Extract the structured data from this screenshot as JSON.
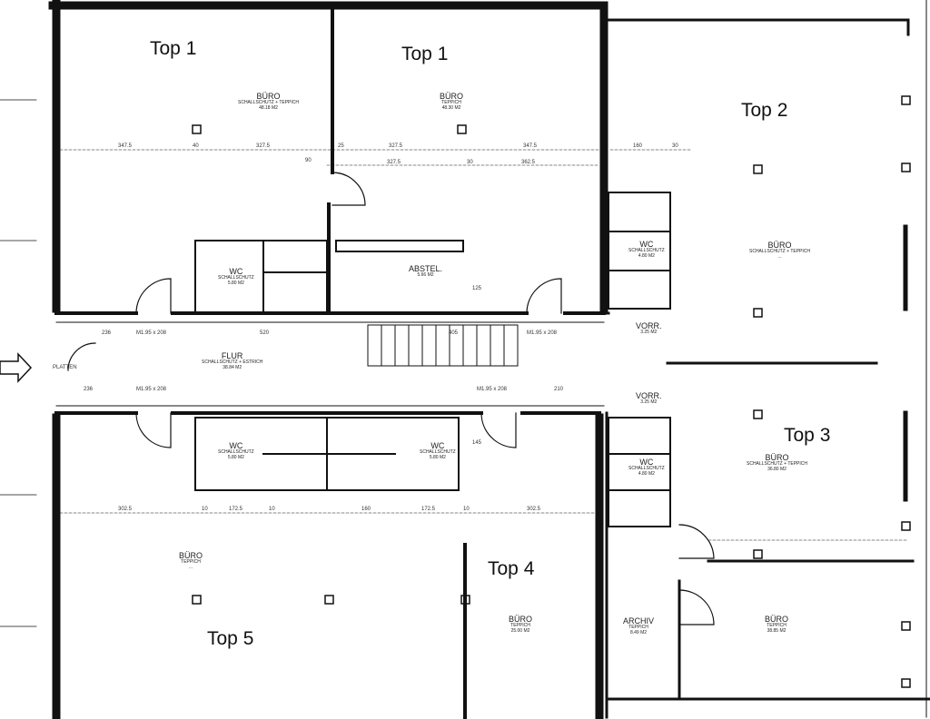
{
  "units": [
    {
      "id": "top1-left",
      "label": "Top 1"
    },
    {
      "id": "top1-right",
      "label": "Top 1"
    },
    {
      "id": "top2",
      "label": "Top 2"
    },
    {
      "id": "top3",
      "label": "Top 3"
    },
    {
      "id": "top4",
      "label": "Top 4"
    },
    {
      "id": "top5",
      "label": "Top 5"
    }
  ],
  "rooms": [
    {
      "id": "buero-top1-left",
      "name": "BÜRO",
      "sub1": "SCHALLSCHUTZ + TEPPICH",
      "sub2": "48.18 M2"
    },
    {
      "id": "buero-top1-right",
      "name": "BÜRO",
      "sub1": "TEPPICH",
      "sub2": "48.30 M2"
    },
    {
      "id": "buero-top2",
      "name": "BÜRO",
      "sub1": "SCHALLSCHUTZ + TEPPICH",
      "sub2": "..."
    },
    {
      "id": "buero-top3",
      "name": "BÜRO",
      "sub1": "SCHALLSCHUTZ + TEPPICH",
      "sub2": "36.80 M2"
    },
    {
      "id": "buero-top4",
      "name": "BÜRO",
      "sub1": "TEPPICH",
      "sub2": "25.00 M2"
    },
    {
      "id": "buero-top5",
      "name": "BÜRO",
      "sub1": "TEPPICH",
      "sub2": "..."
    },
    {
      "id": "buero-bottom-right",
      "name": "BÜRO",
      "sub1": "TEPPICH",
      "sub2": "38.85 M2"
    },
    {
      "id": "abstel",
      "name": "ABSTEL.",
      "sub1": "5.66 M2",
      "sub2": ""
    },
    {
      "id": "flur",
      "name": "FLUR",
      "sub1": "SCHALLSCHUTZ + ESTRICH",
      "sub2": "38.84 M2"
    },
    {
      "id": "archiv",
      "name": "ARCHIV",
      "sub1": "TEPPICH",
      "sub2": "8.49 M2"
    },
    {
      "id": "wc-1",
      "name": "WC",
      "sub1": "SCHALLSCHUTZ",
      "sub2": "5.80 M2"
    },
    {
      "id": "wc-2",
      "name": "WC",
      "sub1": "SCHALLSCHUTZ",
      "sub2": "5.80 M2"
    },
    {
      "id": "wc-3",
      "name": "WC",
      "sub1": "SCHALLSCHUTZ",
      "sub2": "5.80 M2"
    },
    {
      "id": "wc-4",
      "name": "WC",
      "sub1": "SCHALLSCHUTZ",
      "sub2": "4.80 M2"
    },
    {
      "id": "wc-5",
      "name": "WC",
      "sub1": "SCHALLSCHUTZ",
      "sub2": "4.80 M2"
    },
    {
      "id": "vorr-1",
      "name": "VORR.",
      "sub1": "3.25 M2",
      "sub2": ""
    },
    {
      "id": "vorr-2",
      "name": "VORR.",
      "sub1": "3.25 M2",
      "sub2": ""
    }
  ],
  "dimensions": {
    "d1": "347.5",
    "d2": "40",
    "d3": "327.5",
    "d4": "25",
    "d5": "327.5",
    "d6": "347.5",
    "d7": "90",
    "d8": "327.5",
    "d9": "30",
    "d10": "362.5",
    "d11": "160",
    "d12": "30",
    "d13": "236",
    "d14": "M1.95 x 208",
    "d15": "520",
    "d16": "405",
    "d17": "M1.95 x 208",
    "d18": "236",
    "d19": "M1.95 x 208",
    "d20": "M1.95 x 208",
    "d21": "210",
    "d22": "302.5",
    "d23": "10",
    "d24": "172.5",
    "d25": "10",
    "d26": "160",
    "d27": "172.5",
    "d28": "10",
    "d29": "302.5",
    "d30": "145",
    "d31": "125",
    "d32": "PLATTEN"
  }
}
